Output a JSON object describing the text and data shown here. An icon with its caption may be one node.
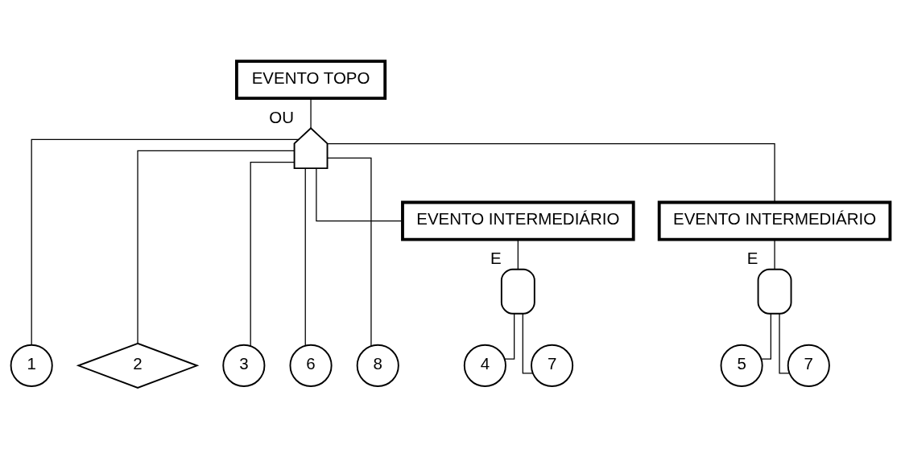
{
  "diagram": {
    "nodes": [
      {
        "text": [
          "EVENTO TOPO"
        ]
      },
      {
        "text": [],
        "shape": "gate",
        "beside": [
          "OU"
        ]
      },
      {
        "text": [
          "1"
        ]
      },
      {
        "text": [
          "2"
        ]
      },
      {
        "text": [
          "3"
        ]
      },
      {
        "text": [
          "6"
        ]
      },
      {
        "text": [
          "8"
        ]
      },
      {
        "text": [
          "EVENTO INTERMEDIÁRIO"
        ]
      },
      {
        "text": [],
        "shape": "gate",
        "beside": [
          "E"
        ]
      },
      {
        "text": [
          "4"
        ]
      },
      {
        "text": [
          "7"
        ]
      },
      {
        "text": [
          "EVENTO INTERMEDIÁRIO"
        ]
      },
      {
        "text": [],
        "shape": "gate",
        "beside": [
          "E"
        ]
      },
      {
        "text": [
          "5"
        ]
      },
      {
        "text": [
          "7"
        ]
      }
    ],
    "edges": [
      {
        "from": 0,
        "to": 1,
        "arrow": "none"
      },
      {
        "from": 1,
        "to": 2,
        "arrow": "none"
      },
      {
        "from": 1,
        "to": 3,
        "arrow": "none"
      },
      {
        "from": 1,
        "to": 4,
        "arrow": "none"
      },
      {
        "from": 1,
        "to": 5,
        "arrow": "none"
      },
      {
        "from": 1,
        "to": 6,
        "arrow": "none"
      },
      {
        "from": 1,
        "to": 7,
        "arrow": "none"
      },
      {
        "from": 1,
        "to": 11,
        "arrow": "none"
      },
      {
        "from": 7,
        "to": 8,
        "arrow": "none"
      },
      {
        "from": 8,
        "to": 9,
        "arrow": "none"
      },
      {
        "from": 8,
        "to": 10,
        "arrow": "none"
      },
      {
        "from": 11,
        "to": 12,
        "arrow": "none"
      },
      {
        "from": 12,
        "to": 13,
        "arrow": "none"
      },
      {
        "from": 12,
        "to": 14,
        "arrow": "none"
      }
    ]
  }
}
